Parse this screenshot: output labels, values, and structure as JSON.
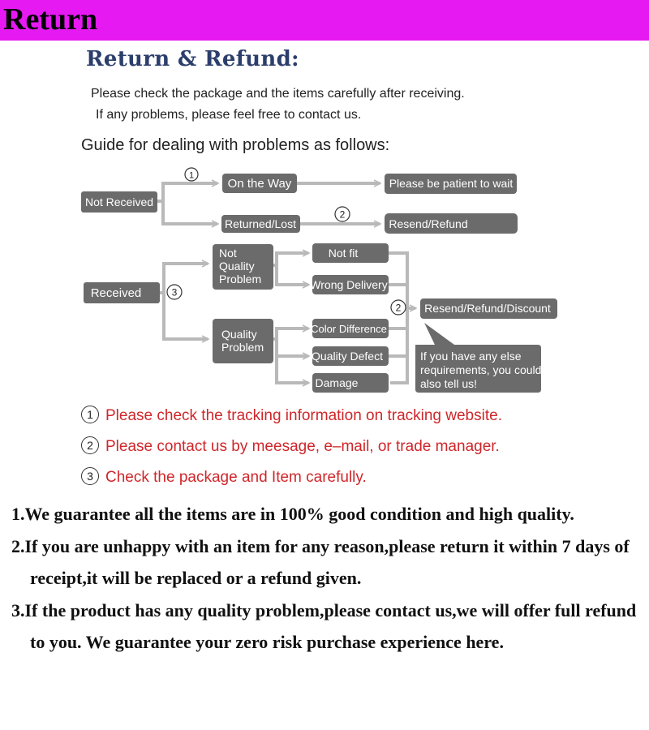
{
  "header": {
    "title": "Return",
    "bg_color": "#e619f2"
  },
  "section": {
    "title": "Return & Refund:",
    "intro_lines": [
      "Please check the package and the items carefully after receiving.",
      "If any problems, please feel free to contact us."
    ],
    "guide": "Guide for dealing with problems as follows:"
  },
  "flowchart": {
    "not_received": "Not Received",
    "on_the_way": "On the Way",
    "returned_lost": "Returned/Lost",
    "be_patient": "Please be patient to wait",
    "resend_refund": "Resend/Refund",
    "received": "Received",
    "not_quality_problem": [
      "Not",
      "Quality",
      "Problem"
    ],
    "quality_problem": [
      "Quality",
      "Problem"
    ],
    "not_fit": "Not fit",
    "wrong_delivery": "Wrong Delivery",
    "color_difference": "Color Difference",
    "quality_defect": "Quality Defect",
    "damage": "Damage",
    "resend_refund_discount": "Resend/Refund/Discount",
    "bubble": [
      "If you have any else",
      "requirements, you could",
      "also tell us!"
    ],
    "marker_1": "①",
    "marker_2": "②",
    "marker_3": "③",
    "box_color": "#6b6b6b"
  },
  "notes": [
    {
      "marker": "1",
      "text": "Please check the tracking information on tracking website."
    },
    {
      "marker": "2",
      "text": "Please contact us by meesage, e–mail, or trade manager."
    },
    {
      "marker": "3",
      "text": "Check the package and Item carefully."
    }
  ],
  "guarantees": [
    "1.We guarantee all the items are in 100% good condition and high quality.",
    "2.If you are unhappy with an item for any reason,please return it within 7 days of receipt,it will be replaced or a refund given.",
    "3.If the product has any quality problem,please contact us,we will offer full refund to you. We guarantee your zero risk purchase experience here."
  ]
}
